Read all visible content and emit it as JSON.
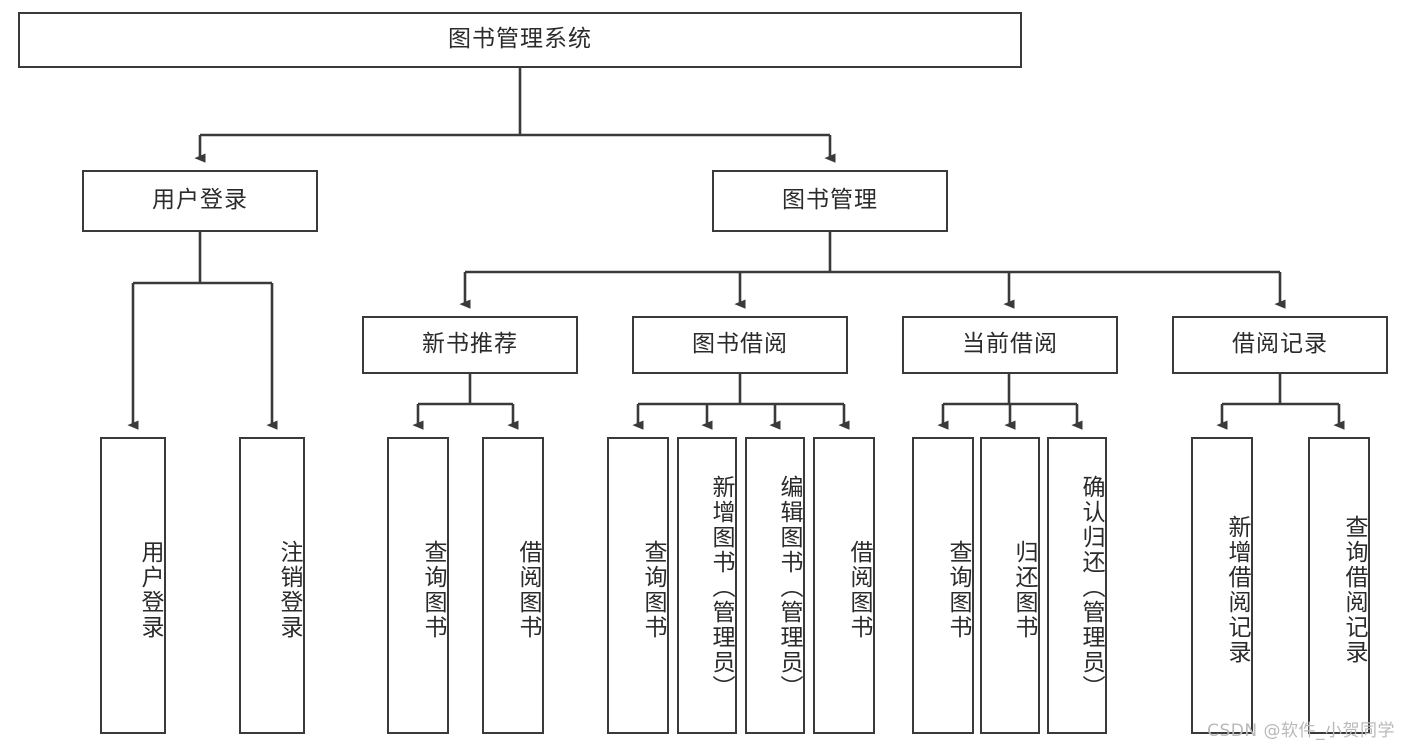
{
  "diagram": {
    "title": "图书管理系统",
    "watermark": "CSDN @软件_小贺同学",
    "stroke_color": "#3a3a3a",
    "background_color": "#ffffff",
    "text_color": "#2b2b2b",
    "nodes": {
      "root": {
        "label": "图书管理系统"
      },
      "level2": [
        {
          "id": "user-login",
          "label": "用户登录"
        },
        {
          "id": "book-manage",
          "label": "图书管理"
        }
      ],
      "level3": [
        {
          "id": "new-book-recommend",
          "label": "新书推荐"
        },
        {
          "id": "book-borrow",
          "label": "图书借阅"
        },
        {
          "id": "current-borrow",
          "label": "当前借阅"
        },
        {
          "id": "borrow-record",
          "label": "借阅记录"
        }
      ],
      "leaves": {
        "user_login": [
          {
            "id": "leaf-user-login",
            "label": "用户登录"
          },
          {
            "id": "leaf-logout-login",
            "label": "注销登录"
          }
        ],
        "new_book_recommend": [
          {
            "id": "leaf-query-book-1",
            "label": "查询图书"
          },
          {
            "id": "leaf-borrow-book-1",
            "label": "借阅图书"
          }
        ],
        "book_borrow": [
          {
            "id": "leaf-query-book-2",
            "label": "查询图书"
          },
          {
            "id": "leaf-add-book-admin",
            "label": "新增图书（管理员）"
          },
          {
            "id": "leaf-edit-book-admin",
            "label": "编辑图书（管理员）"
          },
          {
            "id": "leaf-borrow-book-2",
            "label": "借阅图书"
          }
        ],
        "current_borrow": [
          {
            "id": "leaf-query-book-3",
            "label": "查询图书"
          },
          {
            "id": "leaf-return-book",
            "label": "归还图书"
          },
          {
            "id": "leaf-confirm-return-admin",
            "label": "确认归还（管理员）"
          }
        ],
        "borrow_record": [
          {
            "id": "leaf-add-borrow-record",
            "label": "新增借阅记录"
          },
          {
            "id": "leaf-query-borrow-record",
            "label": "查询借阅记录"
          }
        ]
      }
    }
  }
}
